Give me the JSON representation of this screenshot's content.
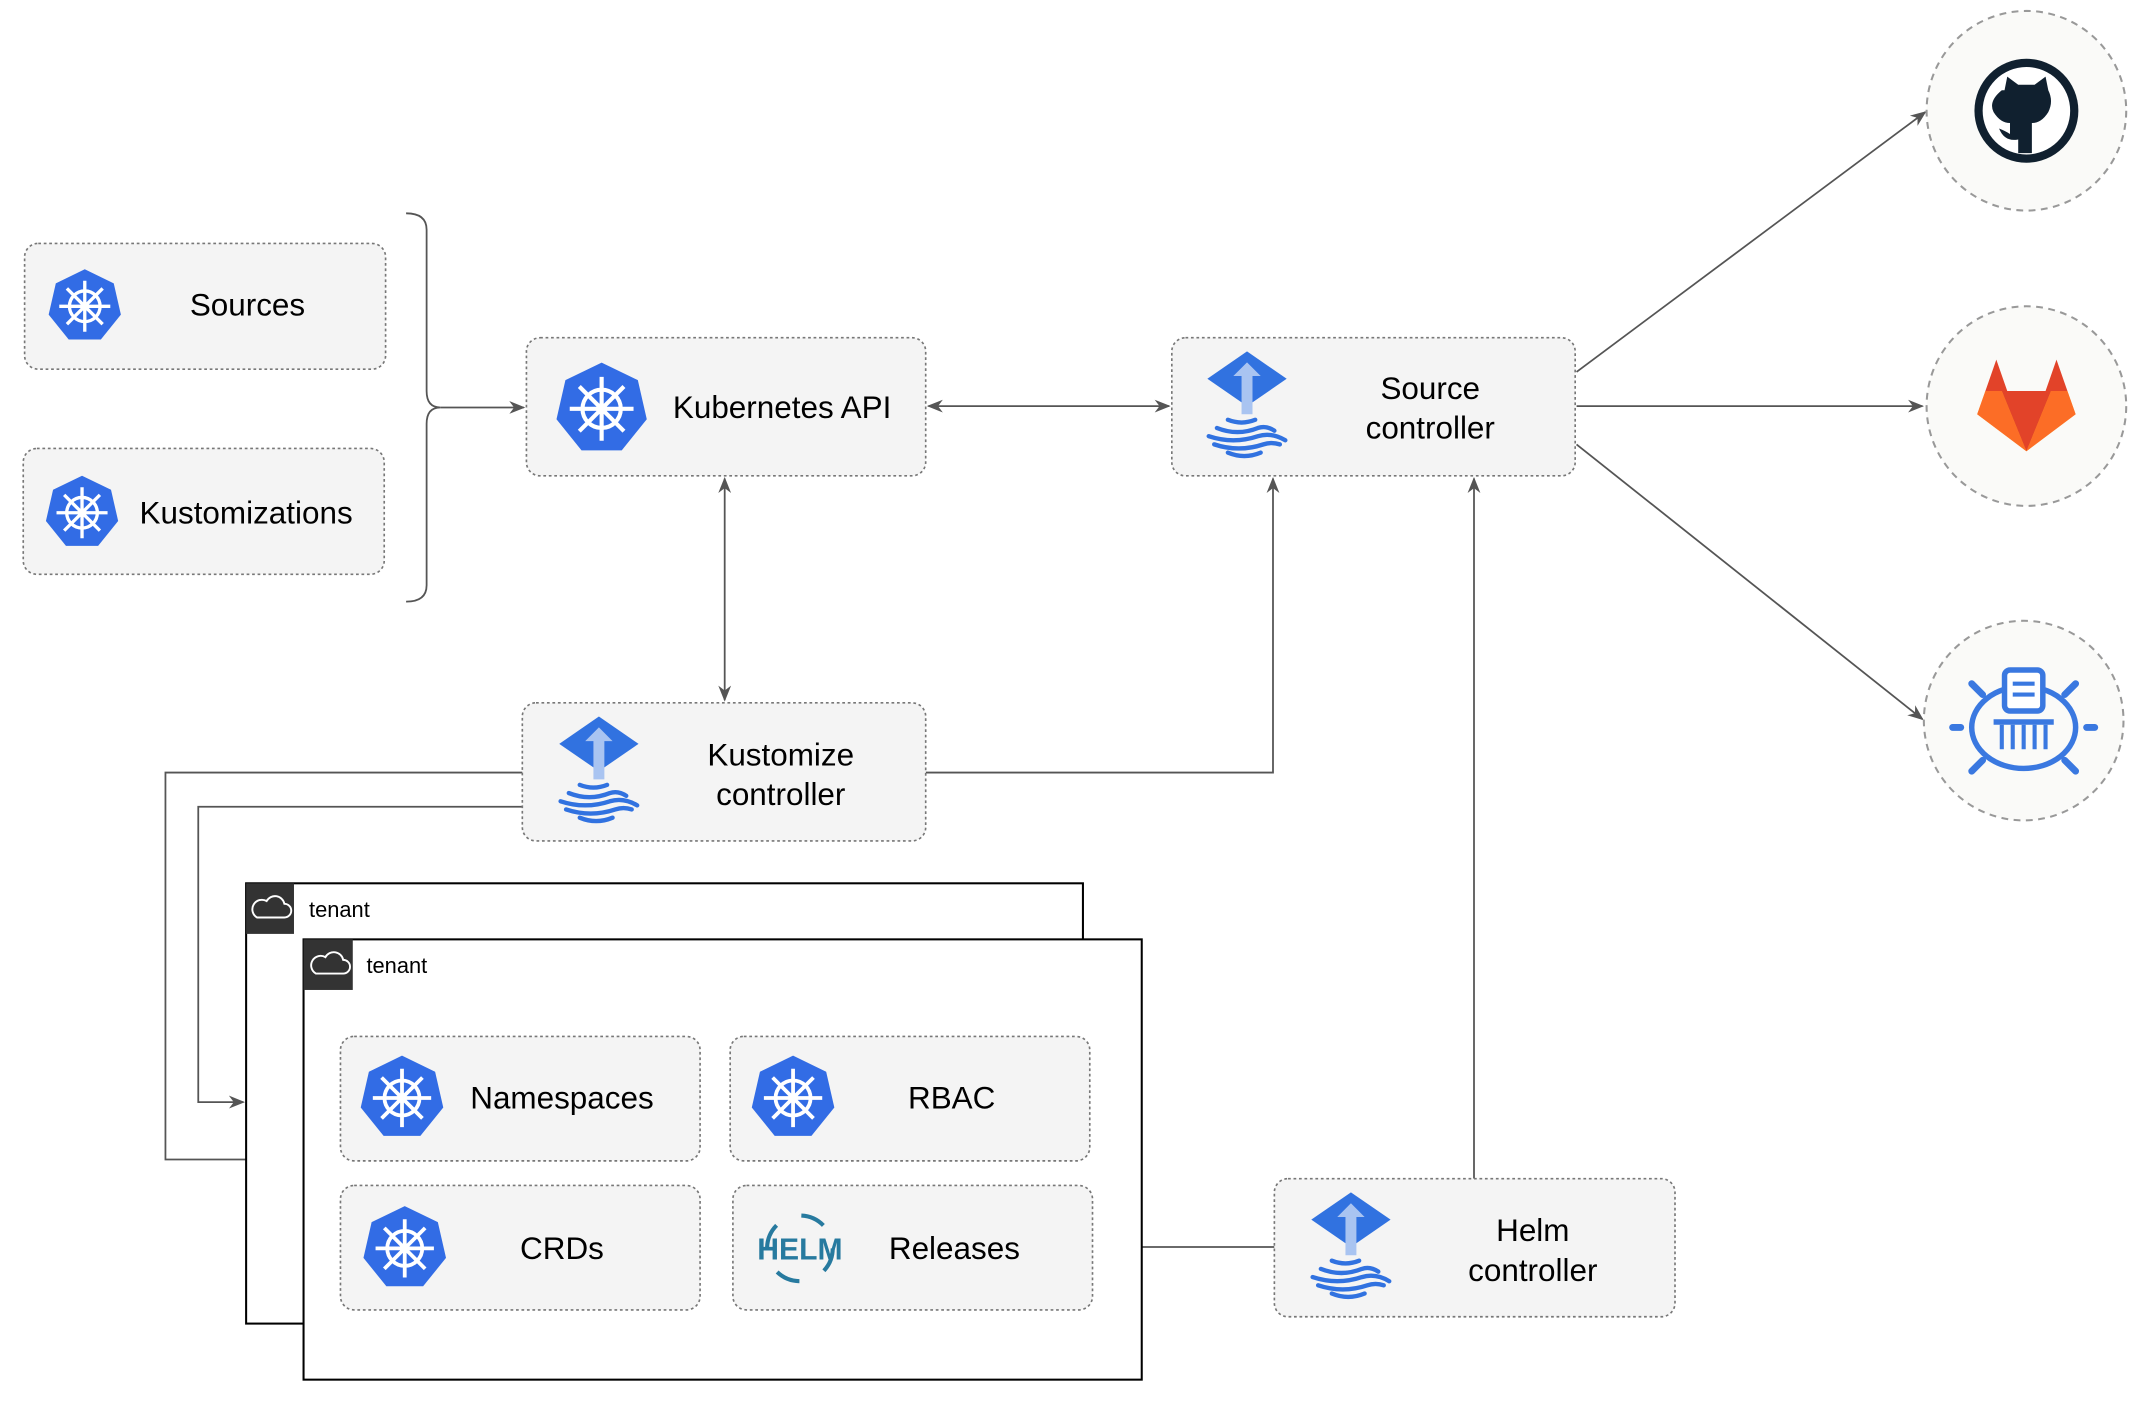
{
  "nodes": {
    "sources": "Sources",
    "kustomizations": "Kustomizations",
    "kubernetes_api": "Kubernetes API",
    "source_controller": [
      "Source",
      "controller"
    ],
    "kustomize_controller": [
      "Kustomize",
      "controller"
    ],
    "helm_controller": [
      "Helm",
      "controller"
    ],
    "namespaces": "Namespaces",
    "rbac": "RBAC",
    "crds": "CRDs",
    "releases": "Releases"
  },
  "tenants": [
    "tenant",
    "tenant"
  ],
  "helm_logo_text": "HELM",
  "external_sources": [
    "github-icon",
    "gitlab-icon",
    "bucket-icon"
  ],
  "colors": {
    "kubernetes": "#326ce5",
    "flux": "#3172e0",
    "github": "#10202f",
    "gitlab": "#e2432a",
    "helm": "#277a9f",
    "edge": "#555555"
  }
}
